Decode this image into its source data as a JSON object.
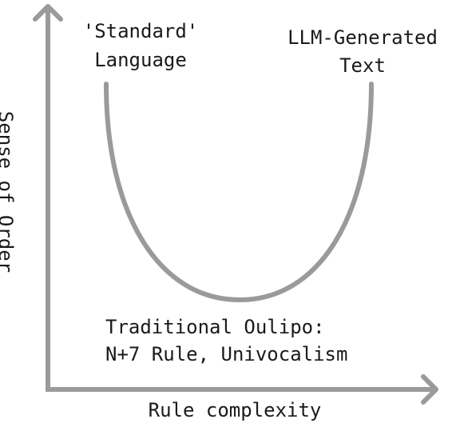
{
  "axes": {
    "x_label": "Rule complexity",
    "y_label": "Sense of Order"
  },
  "annotations": {
    "standard_language": [
      "'Standard'",
      "Language"
    ],
    "llm_text": [
      "LLM-Generated",
      "Text"
    ],
    "oulipo": [
      "Traditional Oulipo:",
      "N+7 Rule, Univocalism"
    ]
  },
  "colors": {
    "axis": "#9a9a9a",
    "curve": "#9a9a9a",
    "text": "#1a1a1a",
    "background": "#ffffff"
  }
}
